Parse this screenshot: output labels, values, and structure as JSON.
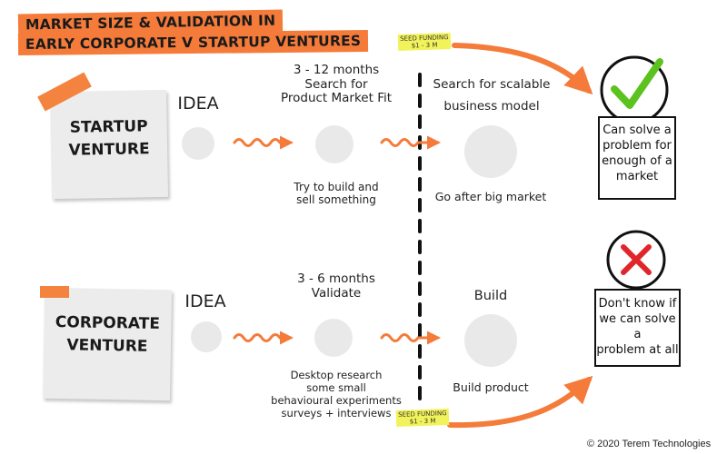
{
  "title": {
    "line1": "MARKET SIZE & VALIDATION IN",
    "line2": "EARLY CORPORATE V STARTUP VENTURES"
  },
  "startup": {
    "card_line1": "STARTUP",
    "card_line2": "VENTURE",
    "idea": "IDEA",
    "stage2_top": [
      "3 - 12 months",
      "Search for",
      "Product Market Fit"
    ],
    "stage2_bottom": [
      "Try to build and",
      "sell something"
    ],
    "stage3_top": [
      "Search for scalable",
      "business model"
    ],
    "stage3_bottom": [
      "Go after big market"
    ],
    "outcome": [
      "Can solve a",
      "problem for",
      "enough of a",
      "market"
    ]
  },
  "corporate": {
    "card_line1": "CORPORATE",
    "card_line2": "VENTURE",
    "idea": "IDEA",
    "stage2_top": [
      "3 - 6 months",
      "Validate"
    ],
    "stage2_bottom": [
      "Desktop research",
      "some small",
      "behavioural experiments",
      "surveys + interviews"
    ],
    "stage3_top": [
      "Build"
    ],
    "stage3_bottom": [
      "Build product"
    ],
    "outcome": [
      "Don't know if",
      "we can solve a",
      "problem at all"
    ]
  },
  "seed_funding": {
    "top": {
      "label": "SEED FUNDING",
      "amount": "$1 - 3 M"
    },
    "bottom": {
      "label": "SEED FUNDING",
      "amount": "$1 - 3 M"
    }
  },
  "icons": {
    "success": "check-icon",
    "failure": "cross-icon"
  },
  "colors": {
    "accent": "#f47b3a",
    "highlight": "#f2f25a",
    "check": "#5cc21e",
    "cross": "#e0262b"
  },
  "copyright": "© 2020 Terem Technologies"
}
